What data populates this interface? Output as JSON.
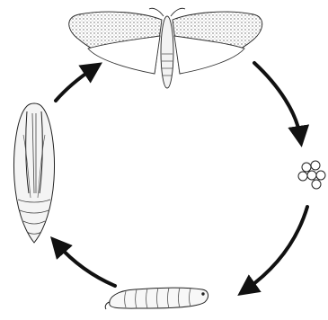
{
  "diagram": {
    "type": "life-cycle",
    "stages": [
      {
        "id": "adult",
        "icon": "moth-icon"
      },
      {
        "id": "eggs",
        "icon": "eggs-icon"
      },
      {
        "id": "larva",
        "icon": "larva-icon"
      },
      {
        "id": "pupa",
        "icon": "pupa-icon"
      }
    ],
    "arrow_color": "#111111",
    "line_color": "#222222"
  }
}
